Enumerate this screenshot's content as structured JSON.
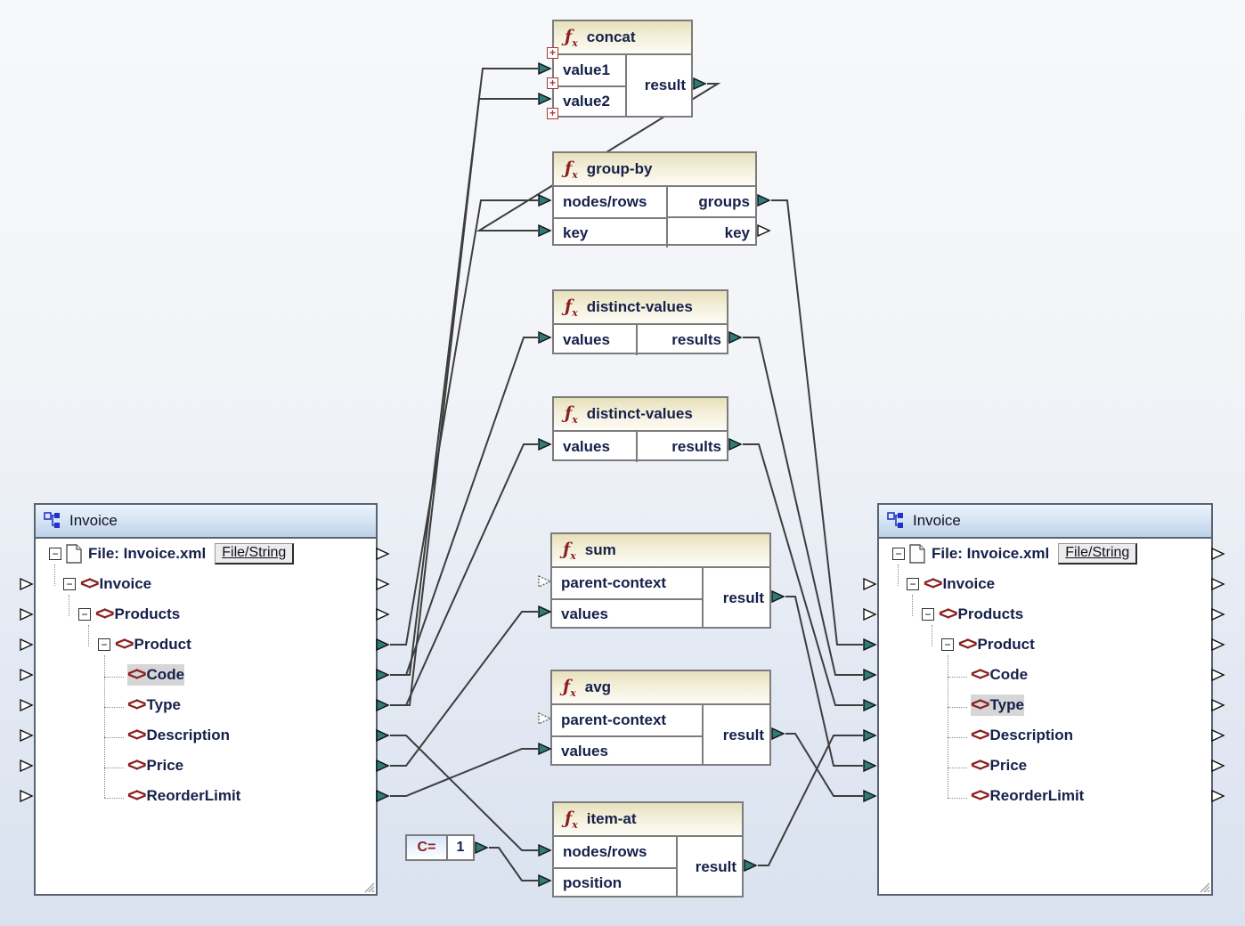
{
  "left_component": {
    "title": "Invoice",
    "file_row": {
      "label": "File: Invoice.xml",
      "button_label": "File/String"
    },
    "rows": [
      {
        "label": "Invoice"
      },
      {
        "label": "Products"
      },
      {
        "label": "Product"
      },
      {
        "label": "Code",
        "highlighted": true
      },
      {
        "label": "Type"
      },
      {
        "label": "Description"
      },
      {
        "label": "Price"
      },
      {
        "label": "ReorderLimit"
      }
    ]
  },
  "right_component": {
    "title": "Invoice",
    "file_row": {
      "label": "File: Invoice.xml",
      "button_label": "File/String"
    },
    "rows": [
      {
        "label": "Invoice"
      },
      {
        "label": "Products"
      },
      {
        "label": "Product"
      },
      {
        "label": "Code"
      },
      {
        "label": "Type",
        "highlighted": true
      },
      {
        "label": "Description"
      },
      {
        "label": "Price"
      },
      {
        "label": "ReorderLimit"
      }
    ]
  },
  "functions": [
    {
      "name": "concat",
      "inputs": [
        "value1",
        "value2"
      ],
      "outputs": [
        "result"
      ]
    },
    {
      "name": "group-by",
      "inputs": [
        "nodes/rows",
        "key"
      ],
      "outputs": [
        "groups",
        "key"
      ]
    },
    {
      "name": "distinct-values",
      "inputs": [
        "values"
      ],
      "outputs": [
        "results"
      ]
    },
    {
      "name": "distinct-values",
      "inputs": [
        "values"
      ],
      "outputs": [
        "results"
      ]
    },
    {
      "name": "sum",
      "inputs": [
        "parent-context",
        "values"
      ],
      "outputs": [
        "result"
      ]
    },
    {
      "name": "avg",
      "inputs": [
        "parent-context",
        "values"
      ],
      "outputs": [
        "result"
      ]
    },
    {
      "name": "item-at",
      "inputs": [
        "nodes/rows",
        "position"
      ],
      "outputs": [
        "result"
      ]
    }
  ],
  "constant": {
    "keyword": "C=",
    "value": "1"
  },
  "connections": [
    {
      "from": "left.Product",
      "to": "group-by.nodes/rows"
    },
    {
      "from": "left.Code",
      "to": "concat.value1"
    },
    {
      "from": "left.Type",
      "to": "concat.value2"
    },
    {
      "from": "left.Code",
      "to": "distinct-values#1.values"
    },
    {
      "from": "left.Type",
      "to": "distinct-values#2.values"
    },
    {
      "from": "concat.result",
      "to": "group-by.key"
    },
    {
      "from": "group-by.groups",
      "to": "right.Product"
    },
    {
      "from": "distinct-values#1.results",
      "to": "right.Code"
    },
    {
      "from": "distinct-values#2.results",
      "to": "right.Type"
    },
    {
      "from": "sum.result",
      "to": "right.Price"
    },
    {
      "from": "avg.result",
      "to": "right.ReorderLimit"
    },
    {
      "from": "item-at.result",
      "to": "right.Description"
    },
    {
      "from": "left.Description",
      "to": "item-at.nodes/rows"
    },
    {
      "from": "left.Price",
      "to": "sum.values"
    },
    {
      "from": "left.ReorderLimit",
      "to": "avg.values"
    },
    {
      "from": "constant.1",
      "to": "item-at.position"
    }
  ],
  "colors": {
    "connector_connected": "#2e7b77",
    "connector_free": "#ffffff",
    "wire": "#3d3d3d",
    "function_header": "#e7dfbc",
    "component_header": "#bcd2ea",
    "element_icon": "#8b2020",
    "highlight": "#d6d6d6"
  }
}
